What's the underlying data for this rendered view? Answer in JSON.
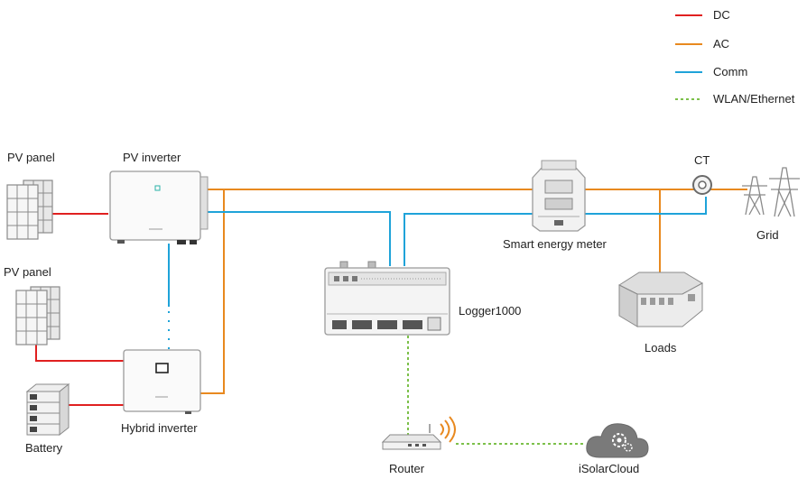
{
  "legend": [
    {
      "label": "DC",
      "color": "#e02020",
      "style": "solid"
    },
    {
      "label": "AC",
      "color": "#e8891f",
      "style": "solid"
    },
    {
      "label": "Comm",
      "color": "#1fa3d9",
      "style": "solid"
    },
    {
      "label": "WLAN/Ethernet",
      "color": "#7cc04a",
      "style": "dashed"
    }
  ],
  "labels": {
    "pv_panel_top": "PV panel",
    "pv_inverter": "PV inverter",
    "pv_panel_bottom": "PV panel",
    "battery": "Battery",
    "hybrid_inverter": "Hybrid inverter",
    "smart_energy_meter": "Smart energy meter",
    "ct": "CT",
    "grid": "Grid",
    "loads": "Loads",
    "logger": "Logger1000",
    "router": "Router",
    "cloud": "iSolarCloud"
  },
  "colors": {
    "dc": "#e02020",
    "ac": "#e8891f",
    "comm": "#1fa3d9",
    "wlan": "#7cc04a",
    "device_outline": "#9a9a9a",
    "device_fill": "#f4f4f4"
  }
}
